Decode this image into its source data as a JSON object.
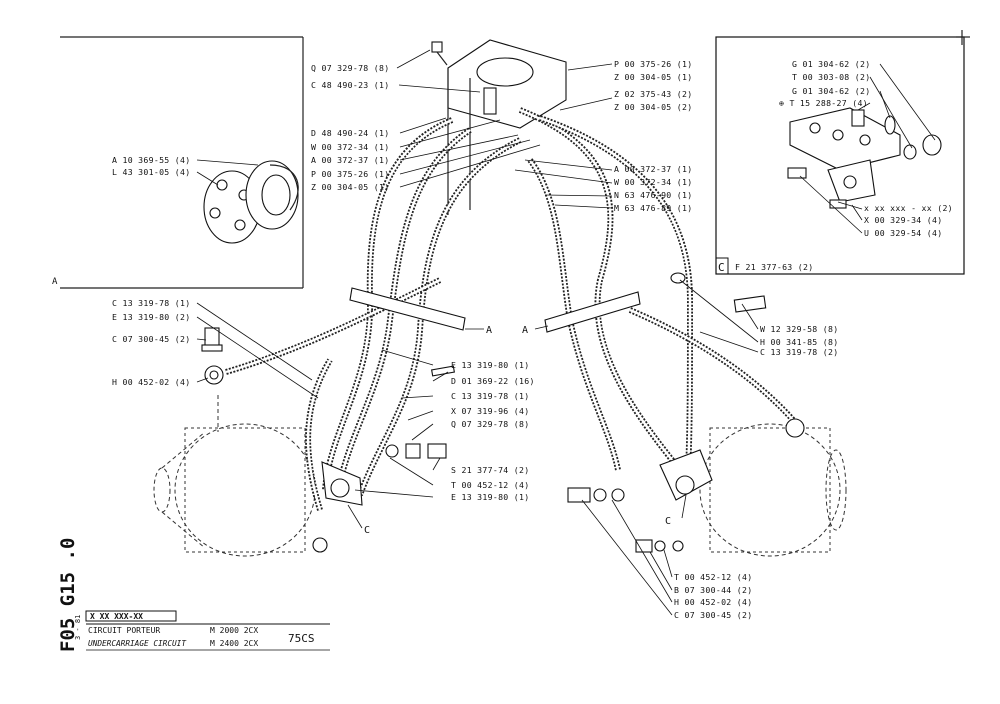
{
  "main_labels": [
    "Q 07 329-78 (8)",
    "C 48 490-23 (1)",
    "D 48 490-24 (1)",
    "W 00 372-34 (1)",
    "A 00 372-37 (1)",
    "P 00 375-26 (1)",
    "Z 00 304-05 (1)",
    "P 00 375-26 (1)",
    "Z 00 304-05 (1)",
    "Z 02 375-43 (2)",
    "Z 00 304-05 (2)",
    "A 00 372-37 (1)",
    "W 00 372-34 (1)",
    "N 63 476-90 (1)",
    "M 63 476-89 (1)",
    "A 10 369-55 (4)",
    "L 43 301-05 (4)",
    "C 13 319-78 (1)",
    "E 13 319-80 (2)",
    "C 07 300-45 (2)",
    "H 00 452-02 (4)",
    "E 13 319-80 (1)",
    "D 01 369-22 (16)",
    "C 13 319-78 (1)",
    "X 07 319-96 (4)",
    "Q 07 329-78 (8)",
    "S 21 377-74 (2)",
    "T 00 452-12 (4)",
    "E 13 319-80 (1)",
    "W 12 329-58 (8)",
    "H 00 341-85 (8)",
    "C 13 319-78 (2)",
    "T 00 452-12 (4)",
    "B 07 300-44 (2)",
    "H 00 452-02 (4)",
    "C 07 300-45 (2)"
  ],
  "inset": {
    "labels": [
      "G 01 304-62 (2)",
      "T 00 303-08 (2)",
      "G 01 304-62 (2)",
      "⊕ T 15 288-27 (4)",
      "x xx xxx - xx (2)",
      "X 00 329-34 (4)",
      "U 00 329-54 (4)"
    ],
    "letter": "C",
    "ref": "F 21 377-63 (2)"
  },
  "callouts": {
    "A_left": "A",
    "A_right": "A",
    "C_left": "C",
    "C_right": "C",
    "A_corner": "A"
  },
  "title_block": {
    "number": "X XX XXX-XX",
    "line1_fr": "CIRCUIT PORTEUR",
    "line2_en": "UNDERCARRIAGE CIRCUIT",
    "model1": "M 2000   2CX",
    "model2": "M 2400   2CX",
    "model_code": "75CS",
    "date": "3 - 81"
  },
  "sheet_ref": "F05 G15 .0"
}
